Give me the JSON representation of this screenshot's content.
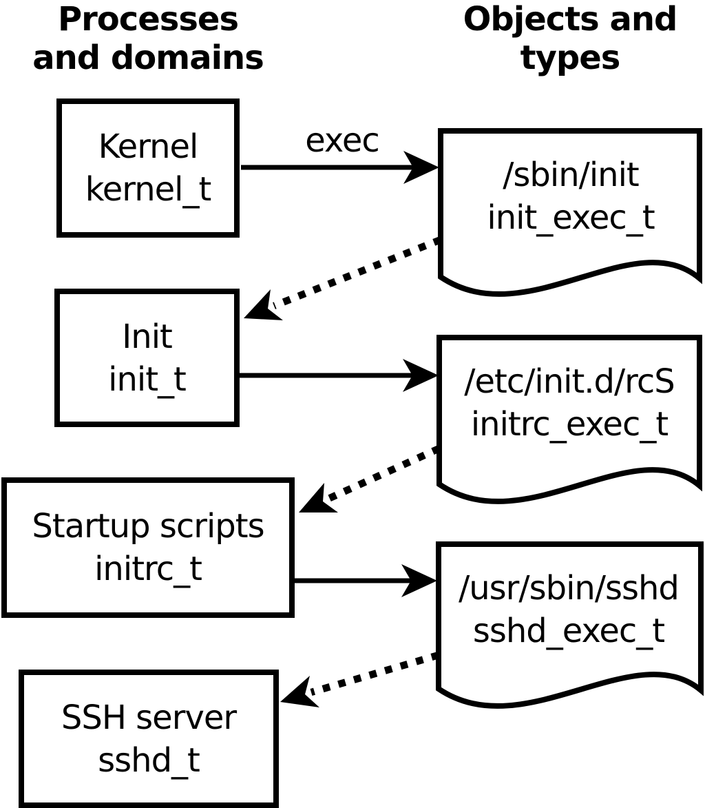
{
  "diagram": {
    "columns": {
      "left": {
        "line1": "Processes",
        "line2": "and domains"
      },
      "right": {
        "line1": "Objects and",
        "line2": "types"
      }
    },
    "arrow_label": "exec",
    "processes": [
      {
        "name": "Kernel",
        "domain": "kernel_t"
      },
      {
        "name": "Init",
        "domain": "init_t"
      },
      {
        "name": "Startup scripts",
        "domain": "initrc_t"
      },
      {
        "name": "SSH server",
        "domain": "sshd_t"
      }
    ],
    "objects": [
      {
        "path": "/sbin/init",
        "type": "init_exec_t"
      },
      {
        "path": "/etc/init.d/rcS",
        "type": "initrc_exec_t"
      },
      {
        "path": "/usr/sbin/sshd",
        "type": "sshd_exec_t"
      }
    ],
    "colors": {
      "foreground": "#000000",
      "background": "#ffffff"
    }
  }
}
